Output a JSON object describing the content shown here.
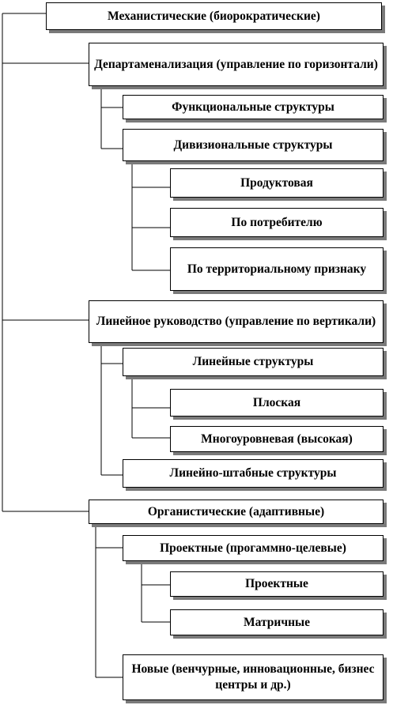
{
  "diagram": {
    "root": "Механистические (биорократические)",
    "branch_1": {
      "label": "Департаменализация (управление по горизонтали)",
      "functional": "Функциональные структуры",
      "divisional": {
        "label": "Дивизиональные структуры",
        "children": [
          "Продуктовая",
          "По потребителю",
          "По территориальному признаку"
        ]
      }
    },
    "branch_2": {
      "label": "Линейное руководство (управление по вертикали)",
      "linear": {
        "label": "Линейные структуры",
        "children": [
          "Плоская",
          "Многоуровневая (высокая)"
        ]
      },
      "line_staff": "Линейно-штабные структуры"
    },
    "organic": {
      "label": "Органистические (адаптивные)",
      "project_based": {
        "label": "Проектные (прогаммно-целевые)",
        "children": [
          "Проектные",
          "Матричные"
        ]
      },
      "new_types": "Новые (венчурные, инновационные, бизнес центры и др.)"
    }
  }
}
